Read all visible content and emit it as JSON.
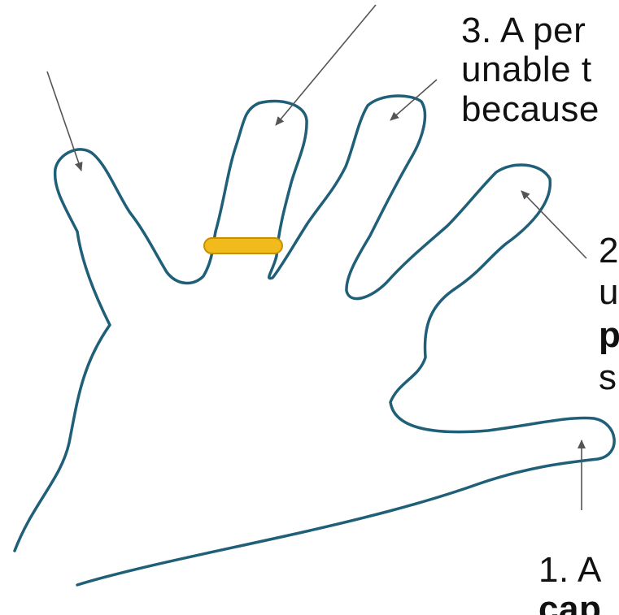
{
  "colors": {
    "outline": "#1f5f78",
    "ring_fill": "#f2bb1c",
    "ring_stroke": "#c79000",
    "arrow": "#555555",
    "text": "#111111"
  },
  "labels": {
    "note3": {
      "line1": "3.  A per",
      "line2": "unable t",
      "line3": "because"
    },
    "note2": {
      "line1": "2",
      "line2": "u",
      "line3": "p",
      "line4": "s"
    },
    "note1": {
      "line1": "1.  A",
      "line2": "cap"
    }
  }
}
